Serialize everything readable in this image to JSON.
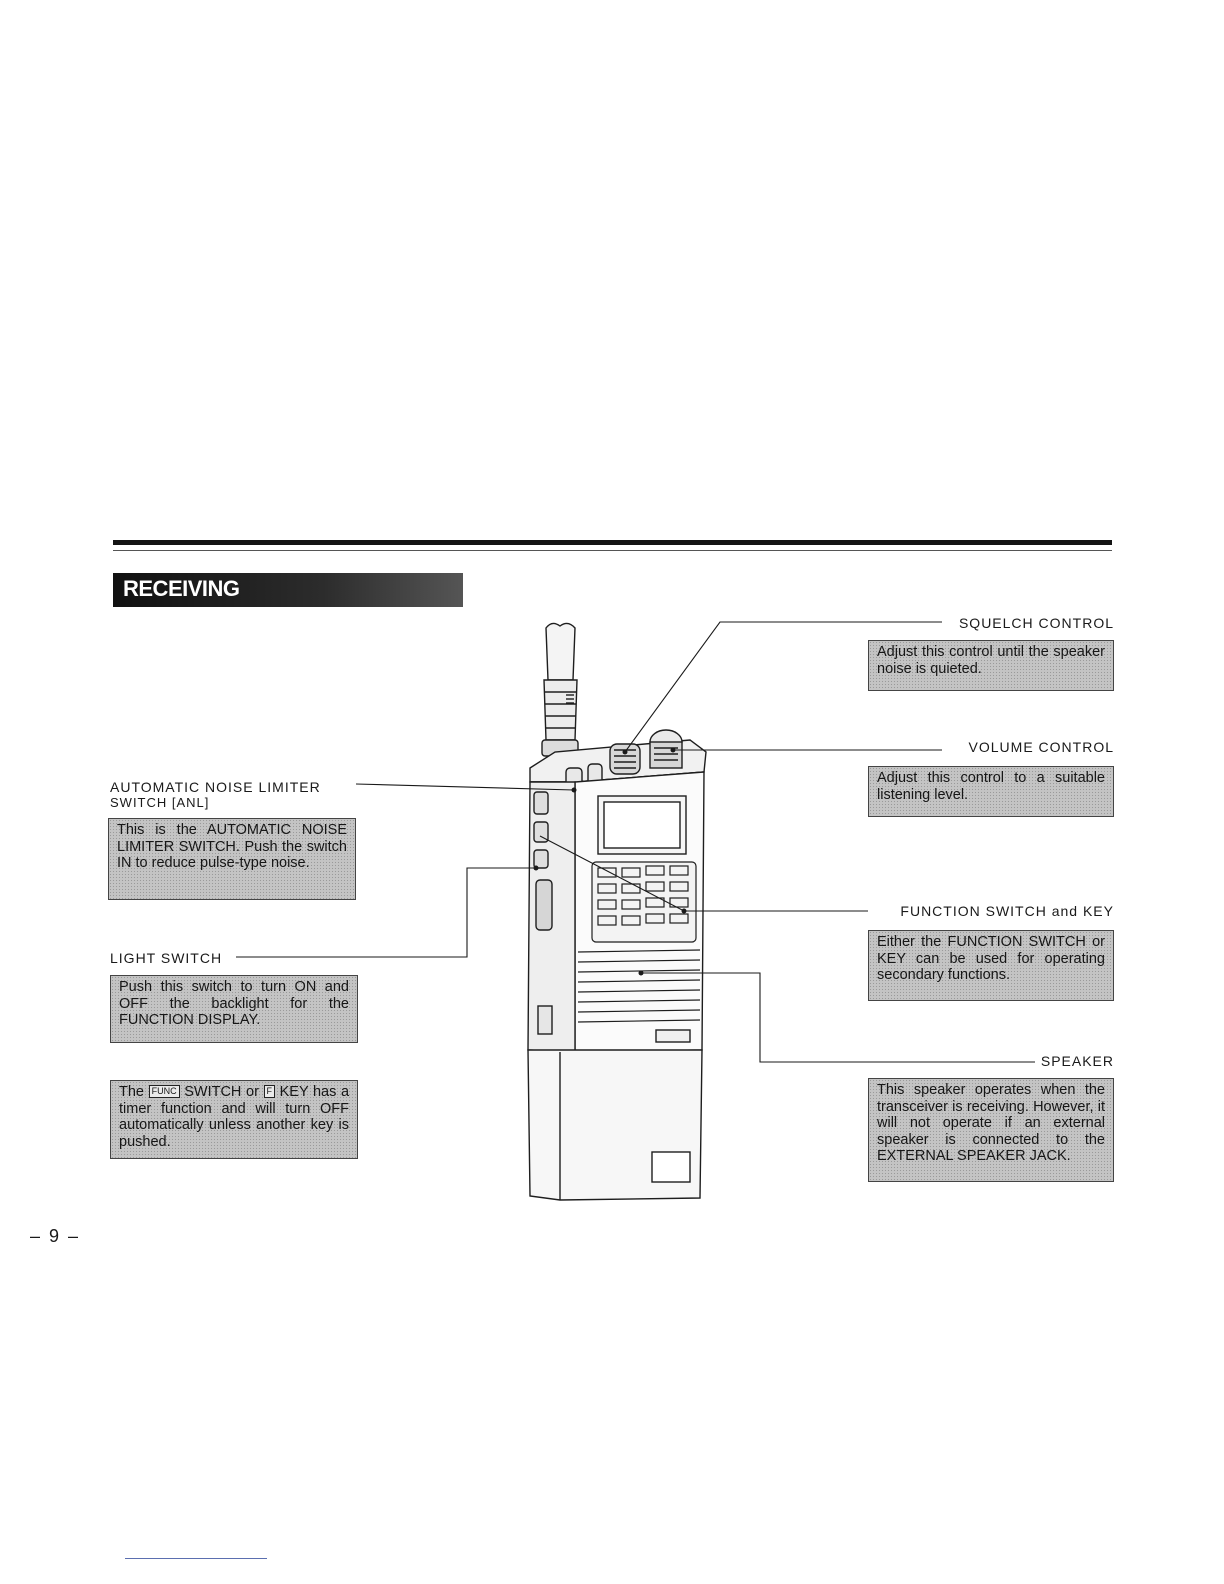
{
  "section": {
    "title": "RECEIVING"
  },
  "labels": {
    "squelch": "SQUELCH CONTROL",
    "volume": "VOLUME CONTROL",
    "anl_line1": "AUTOMATIC NOISE LIMITER",
    "anl_line2": "SWITCH [ANL]",
    "light": "LIGHT SWITCH",
    "function": "FUNCTION SWITCH and KEY",
    "speaker": "SPEAKER"
  },
  "notes": {
    "squelch": "Adjust this control until the speaker noise is quieted.",
    "volume": "Adjust this control to a suitable listening level.",
    "anl": "This is the AUTOMATIC NOISE LIMITER SWITCH. Push the switch IN to reduce pulse-type noise.",
    "light": "Push this switch to turn ON and OFF the backlight for the FUNCTION DISPLAY.",
    "timer_prefix": "The",
    "timer_func_key": "FUNC",
    "timer_mid": "SWITCH or",
    "timer_f_key": "F",
    "timer_rest": "KEY has a timer function and will turn OFF automatically unless another key is pushed.",
    "function": "Either the FUNCTION SWITCH or KEY can be used for operating secondary functions.",
    "speaker": "This speaker operates when the transceiver is receiving. However, it will not operate if an external speaker is connected to the EXTERNAL SPEAKER JACK."
  },
  "page": {
    "number": "– 9 –"
  }
}
